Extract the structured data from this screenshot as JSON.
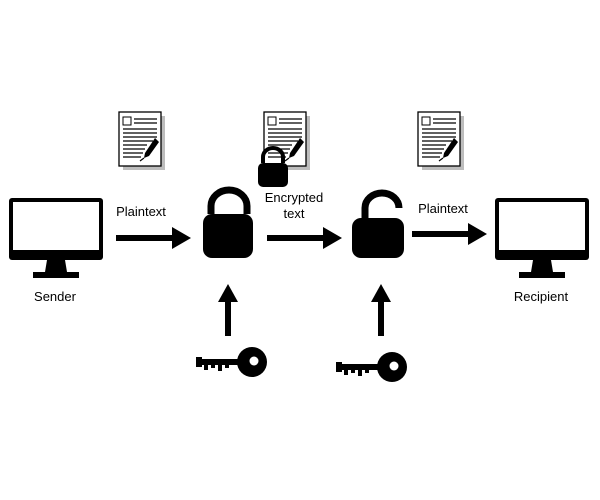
{
  "diagram": {
    "sender_label": "Sender",
    "recipient_label": "Recipient",
    "plaintext_label_1": "Plaintext",
    "encrypted_label_line1": "Encrypted",
    "encrypted_label_line2": "text",
    "plaintext_label_2": "Plaintext",
    "icons": {
      "sender": "computer-monitor",
      "recipient": "computer-monitor",
      "document": "document-with-pen",
      "closed_lock": "padlock-closed",
      "open_lock": "padlock-open",
      "key": "key"
    },
    "colors": {
      "ink": "#000000",
      "screen": "#ffffff",
      "paper": "#ffffff",
      "paper_shadow": "#bdbdbd"
    }
  }
}
